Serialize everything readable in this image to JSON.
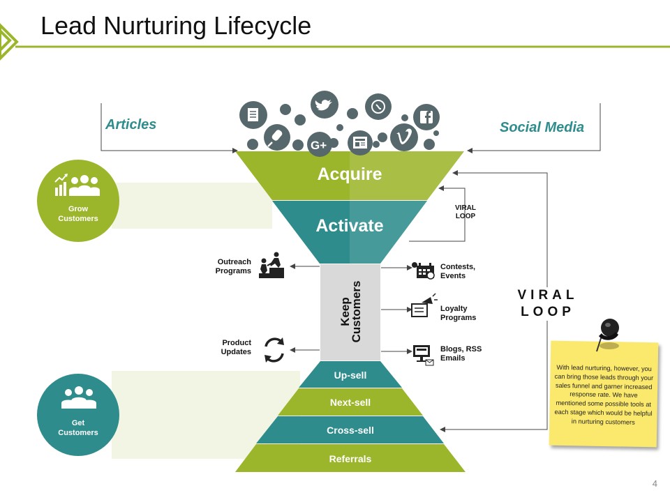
{
  "slide": {
    "title": "Lead Nurturing Lifecycle",
    "page_number": "4"
  },
  "colors": {
    "green": "#9cb62c",
    "teal": "#2e8c8c",
    "gray_box": "#d9d9d9",
    "note_yellow": "#fbe96d",
    "icon_gray": "#56686c"
  },
  "inputs": {
    "left": "Articles",
    "right": "Social Media"
  },
  "funnel_top": [
    {
      "label": "Acquire"
    },
    {
      "label": "Activate"
    }
  ],
  "keep_customers": "Keep Customers",
  "funnel_bottom": [
    {
      "label": "Up-sell"
    },
    {
      "label": "Next-sell"
    },
    {
      "label": "Cross-sell"
    },
    {
      "label": "Referrals"
    }
  ],
  "left_tools": [
    {
      "label_line1": "Outreach",
      "label_line2": "Programs",
      "icon": "climbing-people-icon"
    },
    {
      "label_line1": "Product",
      "label_line2": "Updates",
      "icon": "refresh-cycle-icon"
    }
  ],
  "right_tools": [
    {
      "label_line1": "Contests,",
      "label_line2": "Events",
      "icon": "calendar-events-icon"
    },
    {
      "label_line1": "Loyalty",
      "label_line2": "Programs",
      "icon": "megaphone-icon"
    },
    {
      "label_line1": "Blogs, RSS",
      "label_line2": "Emails",
      "icon": "computer-email-icon"
    }
  ],
  "circles": {
    "grow": {
      "line1": "Grow",
      "line2": "Customers",
      "icon": "growth-people-icon"
    },
    "get": {
      "line1": "Get",
      "line2": "Customers",
      "icon": "group-people-icon"
    }
  },
  "viral_loop_small": {
    "line1": "VIRAL",
    "line2": "LOOP"
  },
  "viral_loop_big": {
    "line1": "VIRAL",
    "line2": "LOOP"
  },
  "note": "With lead nurturing, however, you can bring those leads through your sales funnel and garner increased response rate. We have mentioned some possible tools at each stage which would be helpful in nurturing customers",
  "social_icons": [
    "document-icon",
    "twitter-icon",
    "whatsapp-icon",
    "facebook-icon",
    "microphone-icon",
    "google-plus-icon",
    "news-icon",
    "vimeo-icon"
  ]
}
